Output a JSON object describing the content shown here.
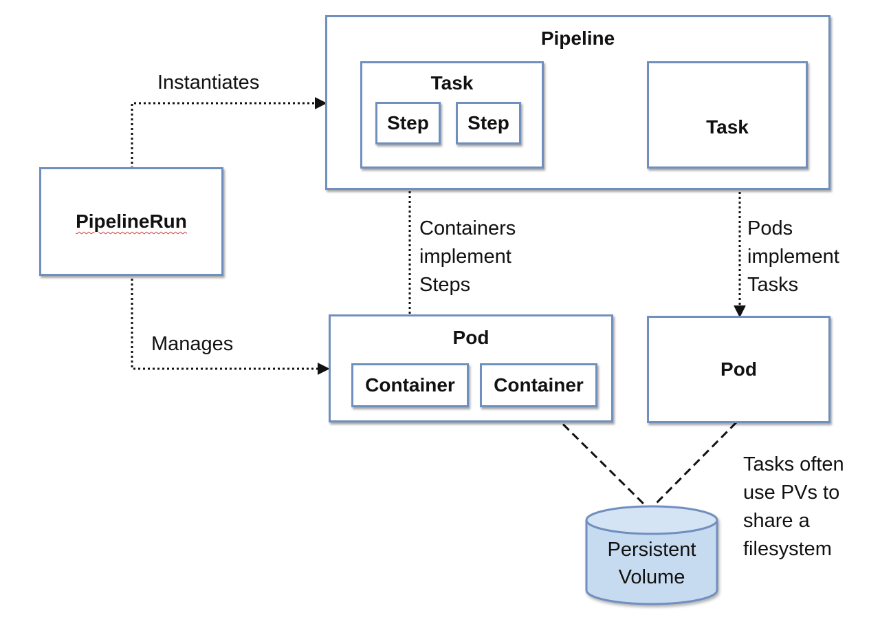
{
  "diagram": {
    "pipeline": {
      "title": "Pipeline",
      "task_left": {
        "title": "Task",
        "steps": [
          "Step",
          "Step"
        ]
      },
      "task_right": {
        "title": "Task"
      }
    },
    "pipelinerun": {
      "label": "PipelineRun"
    },
    "pod_left": {
      "title": "Pod",
      "containers": [
        "Container",
        "Container"
      ]
    },
    "pod_right": {
      "title": "Pod"
    },
    "volume": {
      "line1": "Persistent",
      "line2": "Volume"
    },
    "edges": {
      "instantiates": "Instantiates",
      "manages": "Manages",
      "containers_steps": [
        "Containers",
        "implement",
        "Steps"
      ],
      "pods_tasks": [
        "Pods",
        "implement",
        "Tasks"
      ],
      "pv_note": [
        "Tasks often",
        "use PVs to",
        "share a",
        "filesystem"
      ]
    },
    "colors": {
      "box_border": "#6f8fbf",
      "cylinder_fill": "#c6daf0",
      "arrow": "#111111"
    }
  }
}
